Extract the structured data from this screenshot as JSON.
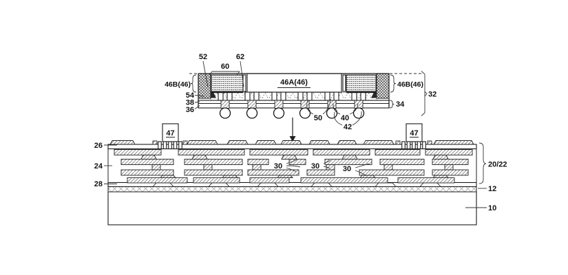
{
  "figure": {
    "type": "patent-cross-section-diagram",
    "colors": {
      "background": "#ffffff",
      "line": "#1a1a1a",
      "hatch": "#666666"
    },
    "package": {
      "ref_52": "52",
      "ref_62": "62",
      "ref_60": "60",
      "chip_label": "46A(46)",
      "shield_left_label": "46B(46)",
      "shield_right_label": "46B(46)",
      "ref_54": "54",
      "ref_38": "38",
      "ref_36": "36",
      "ref_34": "34",
      "ref_32": "32",
      "ref_50": "50",
      "ref_40": "40",
      "ref_42": "42"
    },
    "board": {
      "ref_47_left": "47",
      "ref_47_right": "47",
      "ref_26": "26",
      "ref_24": "24",
      "ref_28": "28",
      "ref_30_first": "30",
      "ref_30_second": "30",
      "ref_30_third": "30",
      "ref_20_22": "20/22",
      "ref_12": "12",
      "ref_10": "10"
    }
  }
}
